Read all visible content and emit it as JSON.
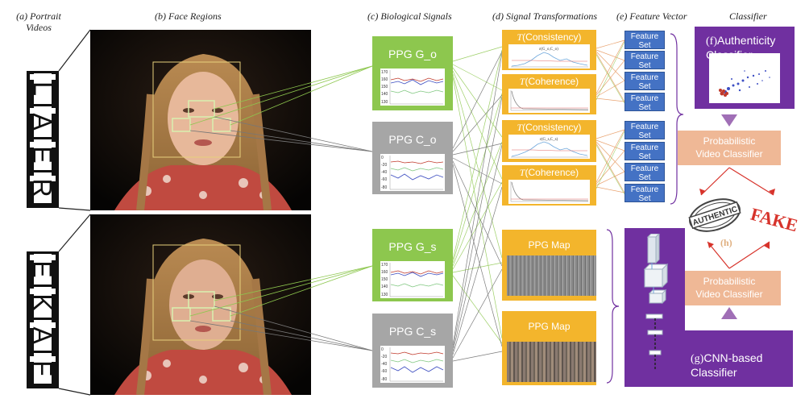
{
  "headers": {
    "a": "(a) Portrait Videos",
    "b": "(b) Face Regions",
    "c": "(c) Biological Signals",
    "d": "(d) Signal Transformations",
    "e": "(e) Feature Vector",
    "classifier": "Classifier"
  },
  "film": {
    "real_letters": [
      "R",
      "E",
      "A",
      "L"
    ],
    "fake_letters": [
      "F",
      "A",
      "K",
      "E"
    ]
  },
  "signals": [
    {
      "label": "PPG G_o",
      "color": "#8dc74e",
      "ticks": [
        "170",
        "160",
        "150",
        "140",
        "130"
      ]
    },
    {
      "label": "PPG C_o",
      "color": "#a6a6a6",
      "ticks": [
        "0",
        "-20",
        "-40",
        "-60",
        "-80"
      ]
    },
    {
      "label": "PPG G_s",
      "color": "#8dc74e",
      "ticks": [
        "170",
        "160",
        "150",
        "140",
        "130"
      ]
    },
    {
      "label": "PPG C_s",
      "color": "#a6a6a6",
      "ticks": [
        "0",
        "-20",
        "-40",
        "-60",
        "-80"
      ]
    }
  ],
  "transforms": [
    {
      "label_prefix": "T",
      "label_rest": "(Consistency)",
      "kind": "consistency",
      "plot_title": "ε(G_o,C_o)"
    },
    {
      "label_prefix": "T",
      "label_rest": "(Coherence)",
      "kind": "coherence",
      "plot_title": ""
    },
    {
      "label_prefix": "T",
      "label_rest": "(Consistency)",
      "kind": "consistency",
      "plot_title": "ε(G_s,C_s)"
    },
    {
      "label_prefix": "T",
      "label_rest": "(Coherence)",
      "kind": "coherence",
      "plot_title": ""
    }
  ],
  "ppg_maps": [
    {
      "label": "PPG Map"
    },
    {
      "label": "PPG Map"
    }
  ],
  "feature_set_label": "Feature Set",
  "authenticity": {
    "letter": "(f)",
    "title": "Authenticity Classifier"
  },
  "prob_classifier": {
    "line1": "Probabilistic",
    "line2": "Video Classifier"
  },
  "cnn": {
    "letter": "(g)",
    "title": "CNN-based Classifier"
  },
  "stamps": {
    "authentic": "AUTHENTIC",
    "fake": "FAKE",
    "h_label": "(h)"
  },
  "colors": {
    "green": "#8dc74e",
    "gray": "#a6a6a6",
    "orange": "#f3b52c",
    "blue": "#4472c4",
    "purple": "#7030a0",
    "tan": "#efb896",
    "stamp_red": "#d7332b"
  }
}
